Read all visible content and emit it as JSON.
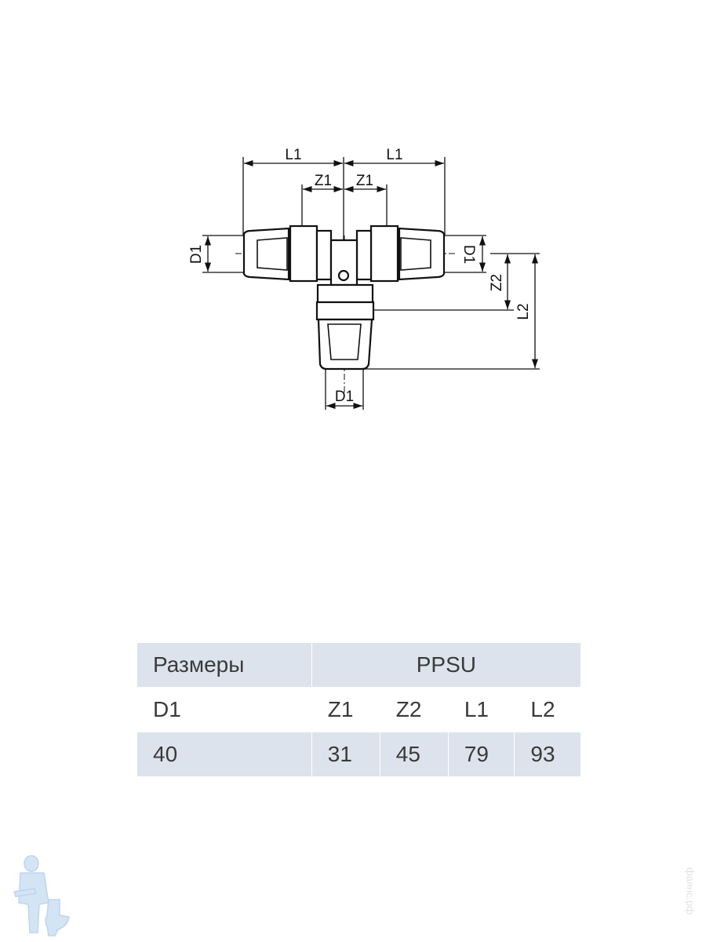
{
  "diagram": {
    "labels": {
      "l1_left": "L1",
      "l1_right": "L1",
      "z1_left": "Z1",
      "z1_right": "Z1",
      "d1_left": "D1",
      "d1_right": "D1",
      "d1_bottom": "D1",
      "z2": "Z2",
      "l2": "L2"
    }
  },
  "table": {
    "header": {
      "sizes": "Размеры",
      "material": "PPSU"
    },
    "columns": [
      "D1",
      "Z1",
      "Z2",
      "L1",
      "L2"
    ],
    "rows": [
      [
        "40",
        "31",
        "45",
        "79",
        "93"
      ]
    ]
  },
  "watermark": "фаянс.рф",
  "colors": {
    "table_shade": "#dde3ec",
    "text": "#3a3a3a",
    "mascot": "#bcd6ee"
  }
}
